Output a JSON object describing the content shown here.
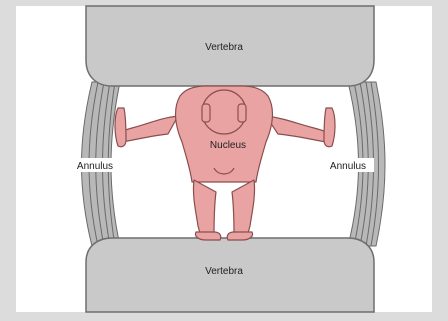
{
  "diagram": {
    "labels": {
      "vertebra_top": "Vertebra",
      "vertebra_bottom": "Vertebra",
      "annulus_left": "Annulus",
      "annulus_right": "Annulus",
      "nucleus": "Nucleus"
    },
    "colors": {
      "frame": "#dcdcdc",
      "panel": "#ffffff",
      "bone_fill": "#c9c9c9",
      "bone_stroke": "#6e6e6e",
      "annulus_fill": "#a9a9a9",
      "annulus_line": "#6a6a6a",
      "figure_fill": "#eaa3a3",
      "figure_stroke": "#8a4e4e",
      "label_bg": "#ffffff"
    }
  }
}
